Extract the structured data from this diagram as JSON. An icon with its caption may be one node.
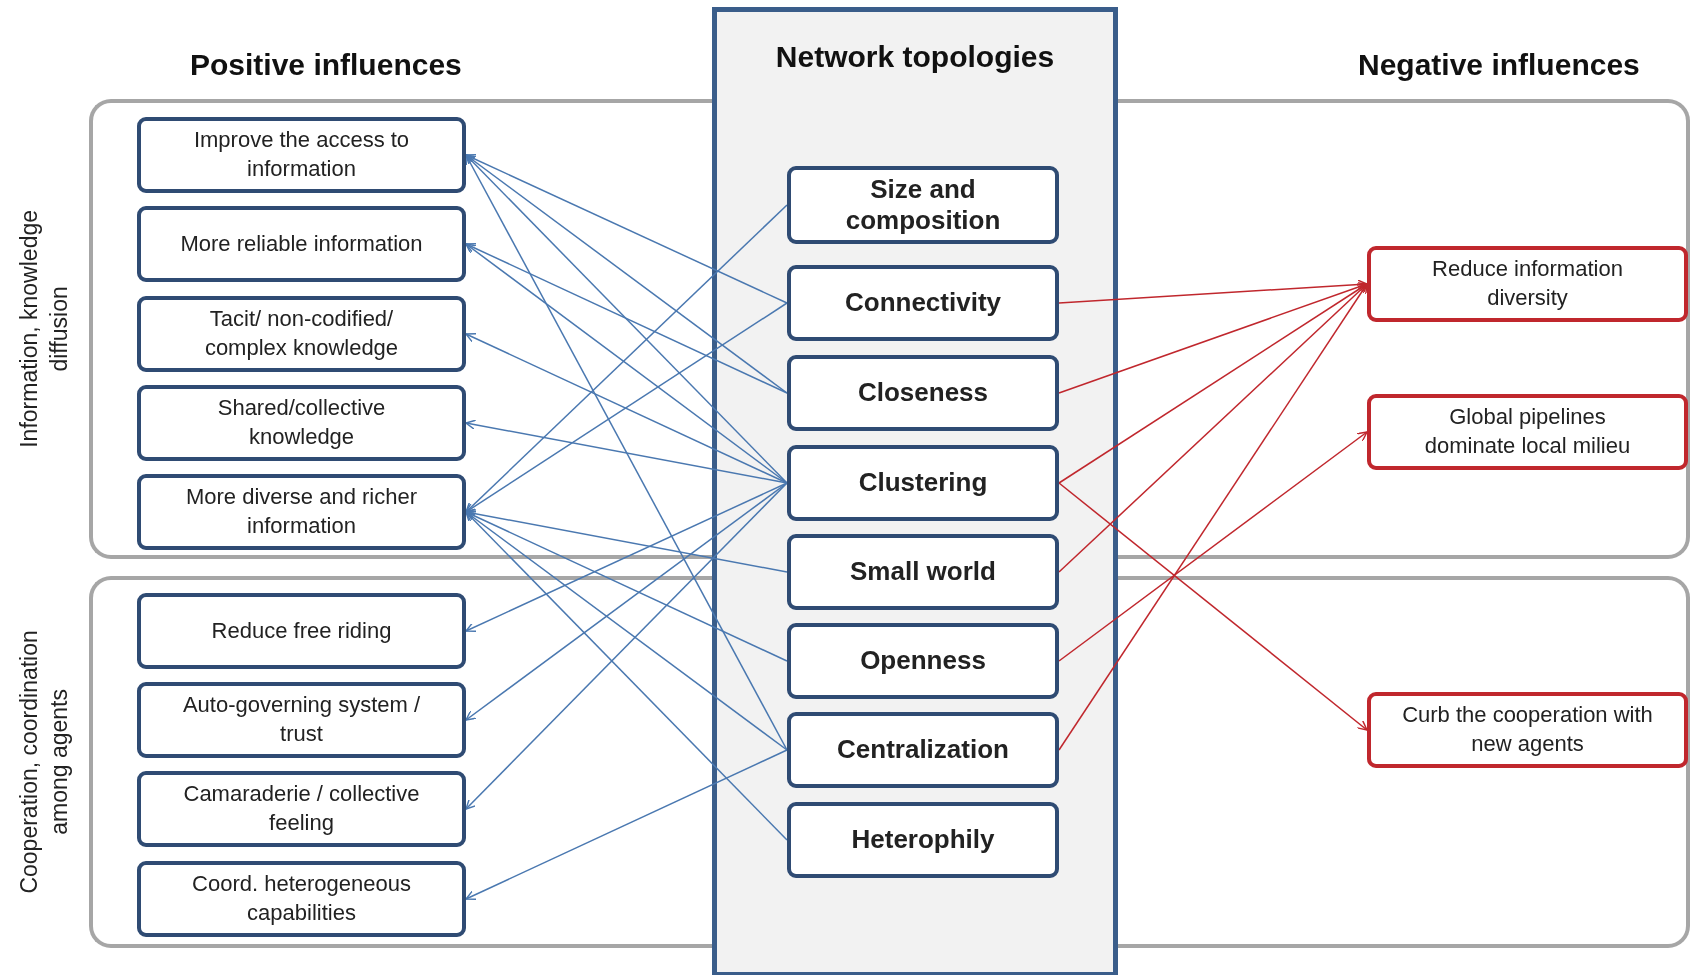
{
  "diagram": {
    "nodes": [
      {
        "text": [
          "Information, knowledge diffusion"
        ]
      },
      {
        "text": [
          "Improve  the access to information"
        ],
        "in": 0
      },
      {
        "text": [
          "More reliable information"
        ],
        "in": 0
      },
      {
        "text": [
          "Tacit/ non-codified/ complex knowledge"
        ],
        "in": 0
      },
      {
        "text": [
          "Shared/collective knowledge"
        ],
        "in": 0
      },
      {
        "text": [
          "More diverse and richer information"
        ],
        "in": 0
      },
      {
        "text": [
          "Reduce information diversity"
        ]
      },
      {
        "text": [
          "Global pipelines dominate local milieu"
        ]
      },
      {
        "text": [
          "Cooperation, coordination among agents"
        ]
      },
      {
        "text": [
          "Reduce free riding"
        ],
        "in": 8
      },
      {
        "text": [
          "Auto-governing system / trust"
        ],
        "in": 8
      },
      {
        "text": [
          "Camaraderie / collective feeling"
        ],
        "in": 8
      },
      {
        "text": [
          "Coord. heterogeneous capabilities"
        ],
        "in": 8
      },
      {
        "text": [
          "Curb the cooperation with new agents"
        ]
      },
      {
        "text": [
          "Network topologies"
        ]
      },
      {
        "text": [
          "Size and composition"
        ],
        "in": 14
      },
      {
        "text": [
          "Connectivity"
        ],
        "in": 14
      },
      {
        "text": [
          "Closeness"
        ],
        "in": 14
      },
      {
        "text": [
          "Clustering"
        ],
        "in": 14
      },
      {
        "text": [
          "Small world"
        ],
        "in": 14
      },
      {
        "text": [
          "Openness"
        ],
        "in": 14
      },
      {
        "text": [
          "Centralization"
        ],
        "in": 14
      },
      {
        "text": [
          "Heterophily"
        ],
        "in": 14
      }
    ],
    "edges": [
      {
        "from": 16,
        "to": 1,
        "arrow": "to"
      },
      {
        "from": 17,
        "to": 1,
        "arrow": "to"
      },
      {
        "from": 18,
        "to": 1,
        "arrow": "to"
      },
      {
        "from": 21,
        "to": 1,
        "arrow": "to"
      },
      {
        "from": 17,
        "to": 2,
        "arrow": "to"
      },
      {
        "from": 18,
        "to": 2,
        "arrow": "to"
      },
      {
        "from": 18,
        "to": 3,
        "arrow": "to"
      },
      {
        "from": 18,
        "to": 4,
        "arrow": "to"
      },
      {
        "from": 15,
        "to": 5,
        "arrow": "to"
      },
      {
        "from": 16,
        "to": 5,
        "arrow": "to"
      },
      {
        "from": 19,
        "to": 5,
        "arrow": "to"
      },
      {
        "from": 20,
        "to": 5,
        "arrow": "to"
      },
      {
        "from": 21,
        "to": 5,
        "arrow": "to"
      },
      {
        "from": 22,
        "to": 5,
        "arrow": "to"
      },
      {
        "from": 18,
        "to": 9,
        "arrow": "to"
      },
      {
        "from": 18,
        "to": 10,
        "arrow": "to"
      },
      {
        "from": 18,
        "to": 11,
        "arrow": "to"
      },
      {
        "from": 21,
        "to": 12,
        "arrow": "to"
      },
      {
        "from": 16,
        "to": 6,
        "arrow": "to",
        "color": "#c0272d"
      },
      {
        "from": 17,
        "to": 6,
        "arrow": "to",
        "color": "#c0272d"
      },
      {
        "from": 18,
        "to": 6,
        "arrow": "to",
        "color": "#c0272d"
      },
      {
        "from": 18,
        "to": 13,
        "arrow": "to",
        "color": "#c0272d"
      },
      {
        "from": 19,
        "to": 6,
        "arrow": "to",
        "color": "#c0272d"
      },
      {
        "from": 20,
        "to": 7,
        "arrow": "to",
        "color": "#c0272d"
      },
      {
        "from": 21,
        "to": 6,
        "arrow": "to",
        "color": "#c0272d"
      }
    ],
    "labels": [
      "Positive influences",
      "Negative influences"
    ]
  }
}
